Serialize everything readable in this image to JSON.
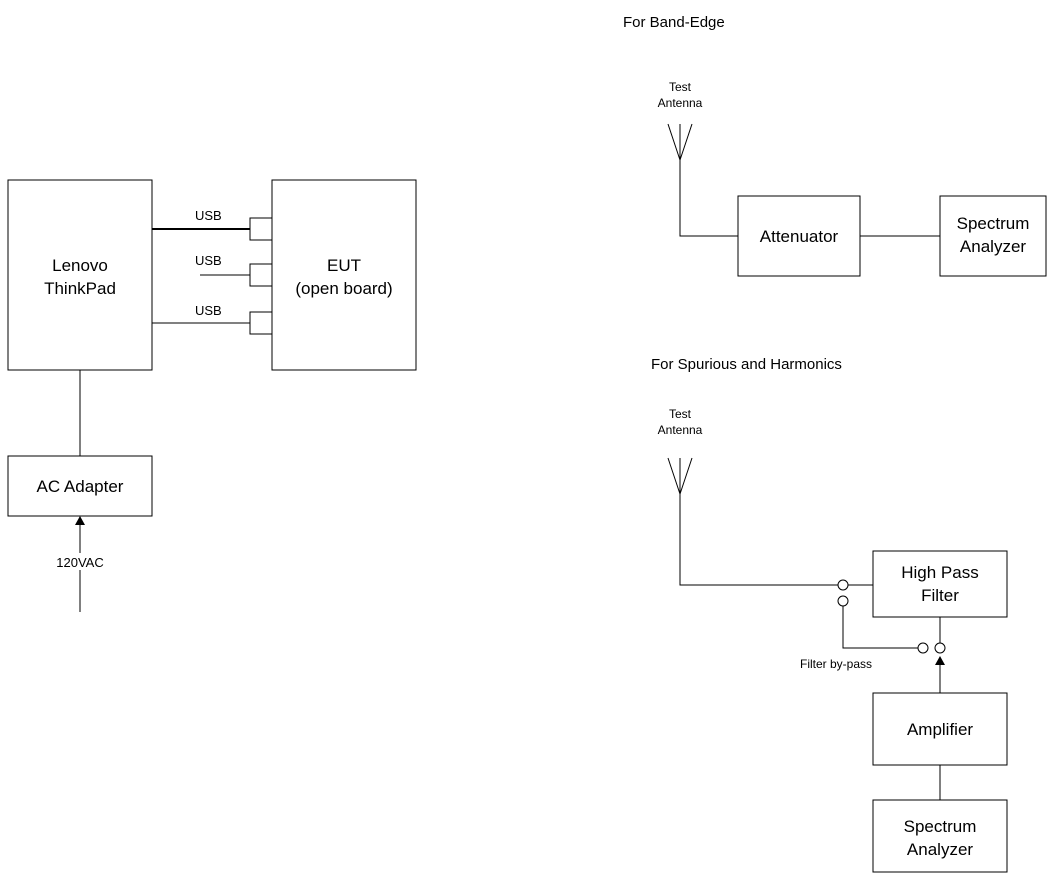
{
  "left_setup": {
    "laptop": {
      "line1": "Lenovo",
      "line2": "ThinkPad"
    },
    "eut": {
      "line1": "EUT",
      "line2": "(open board)"
    },
    "usb_labels": [
      "USB",
      "USB",
      "USB"
    ],
    "ac_adapter": "AC Adapter",
    "power_source": "120VAC"
  },
  "band_edge": {
    "heading": "For Band-Edge",
    "antenna": {
      "line1": "Test",
      "line2": "Antenna"
    },
    "attenuator": "Attenuator",
    "analyzer": {
      "line1": "Spectrum",
      "line2": "Analyzer"
    }
  },
  "spurious": {
    "heading": "For Spurious and Harmonics",
    "antenna": {
      "line1": "Test",
      "line2": "Antenna"
    },
    "filter": {
      "line1": "High Pass",
      "line2": "Filter"
    },
    "bypass_label": "Filter by-pass",
    "amplifier": "Amplifier",
    "analyzer": {
      "line1": "Spectrum",
      "line2": "Analyzer"
    }
  }
}
